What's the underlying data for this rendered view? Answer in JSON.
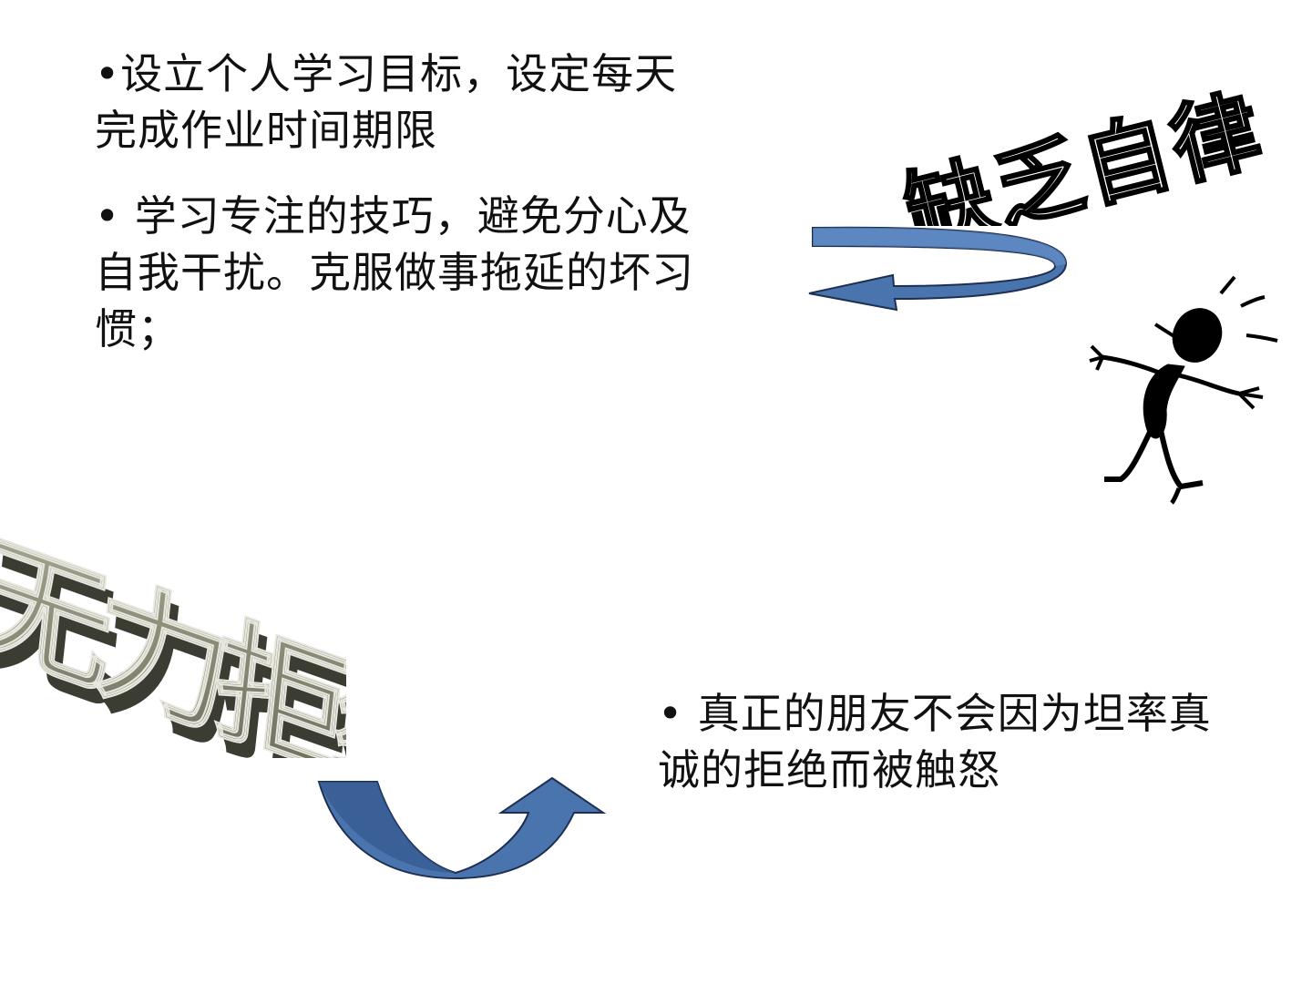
{
  "slide": {
    "bullets": [
      {
        "text": "•设立个人学习目标，设定每天完成作业时间期限"
      },
      {
        "text": "•  学习专注的技巧，避免分心及自我干扰。克服做事拖延的坏习惯；"
      },
      {
        "text": "• 真正的朋友不会因为坦率真诚的拒绝而被触怒"
      }
    ],
    "wordart": {
      "lack_self_discipline": "缺乏自律",
      "unable_to_refuse": "无力拒绝"
    },
    "graphics": {
      "arrow_color": "#4a74ae",
      "arrow_outline": "#1d2f52",
      "wordart_face_color": "#8a8a78",
      "figure_color": "#000000"
    }
  }
}
